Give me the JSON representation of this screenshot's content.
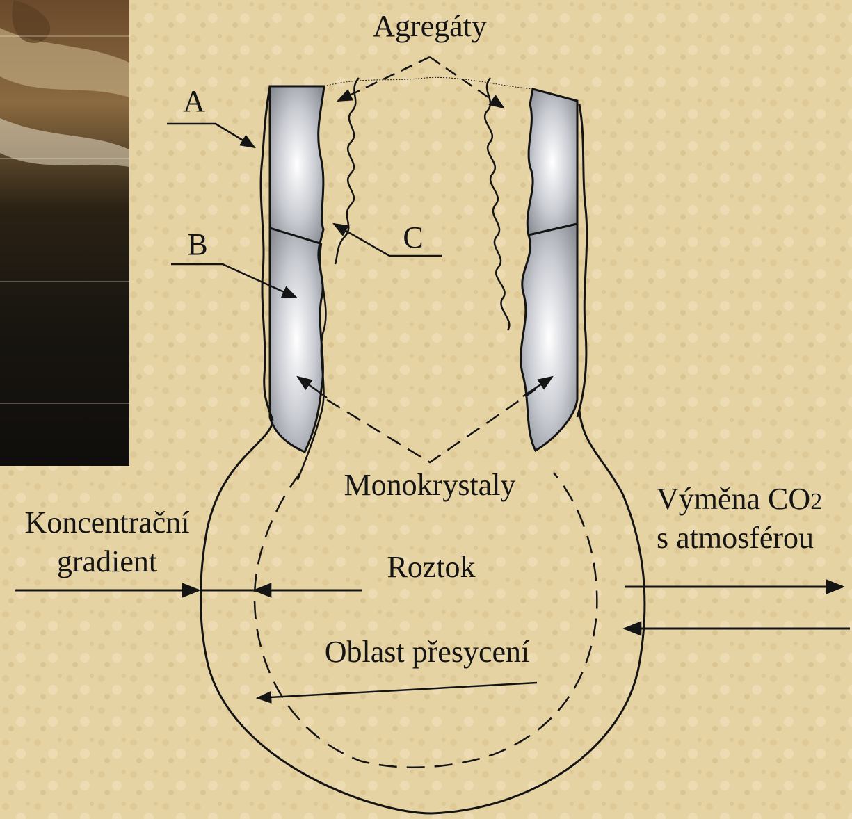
{
  "labels": {
    "aggregates": "Agregáty",
    "a": "A",
    "b": "B",
    "c": "C",
    "monocrystals": "Monokrystaly",
    "gradient_line1": "Koncentrační",
    "gradient_line2": "gradient",
    "solution": "Roztok",
    "exchange_line1": "Výměna CO",
    "exchange_sub": "2",
    "exchange_line2": "s atmosférou",
    "supersaturation": "Oblast přesycení"
  },
  "colors": {
    "background": "#e6d3a4",
    "ink": "#141414",
    "crystal_light": "#ffffff",
    "crystal_dark": "#8c8e96"
  }
}
